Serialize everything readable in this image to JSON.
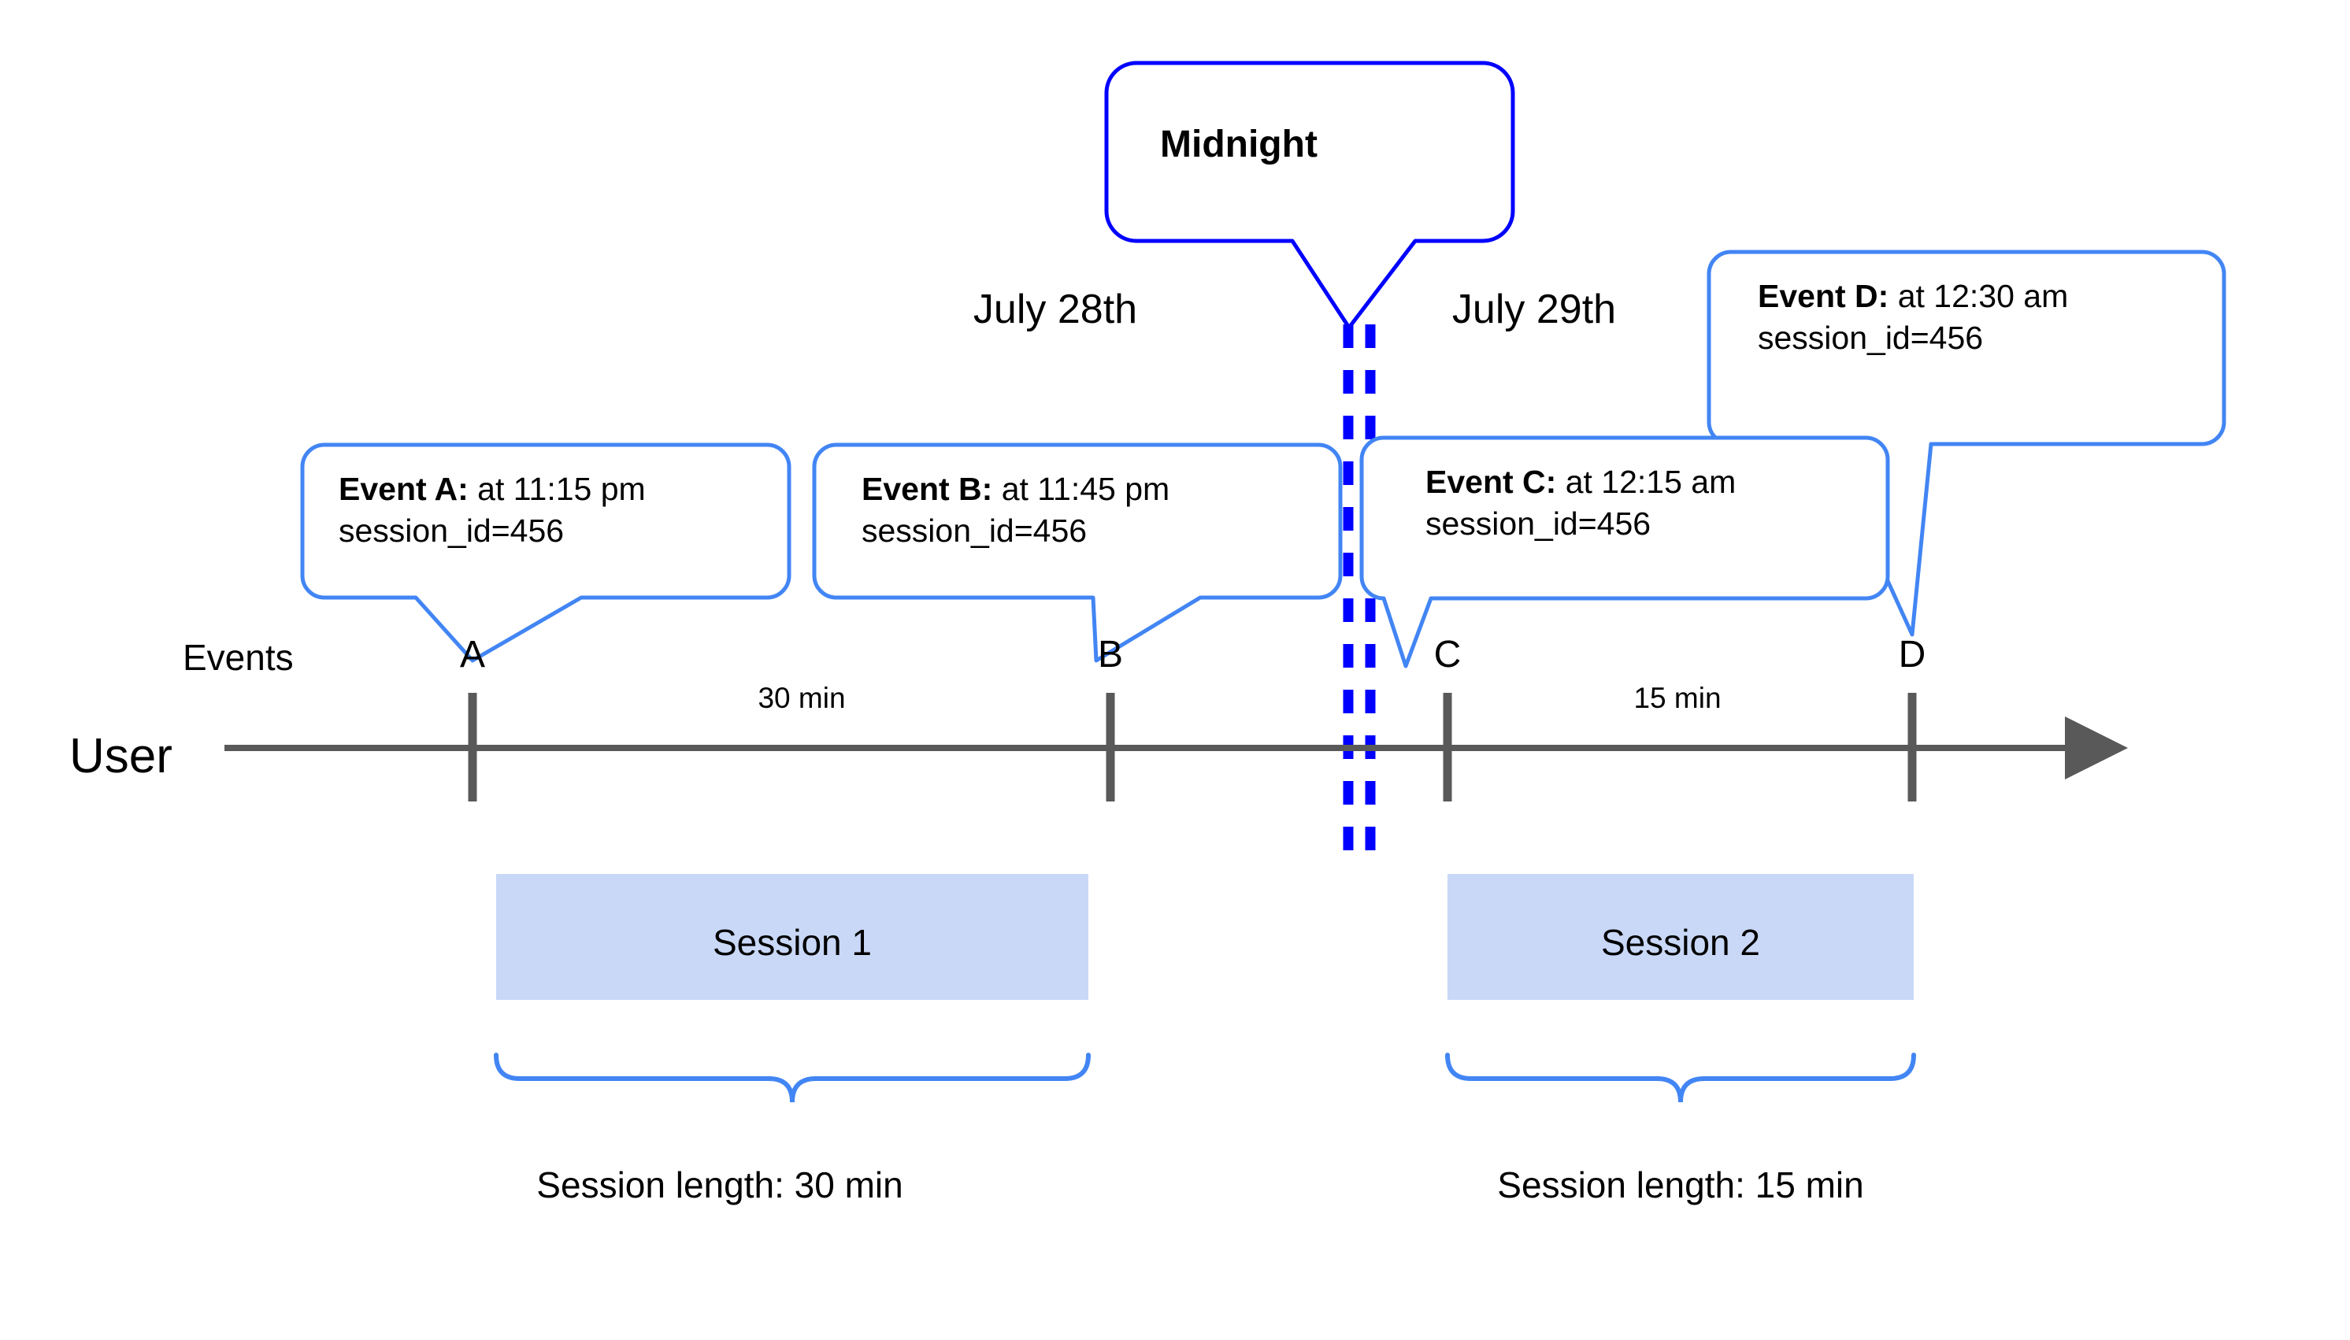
{
  "diagram": {
    "title": "User session timeline across midnight",
    "colors": {
      "callout_border": "#4285f4",
      "midnight_border": "#0000ff",
      "midnight_dashes": "#0000ff",
      "session_fill": "#c9d8f7",
      "axis": "#595959",
      "brace": "#4285f4",
      "text": "#000000",
      "background": "#ffffff"
    },
    "lanes": {
      "user_label": "User",
      "events_label": "Events"
    },
    "dates": [
      {
        "label": "July 28th"
      },
      {
        "label": "July 29th"
      }
    ],
    "midnight": {
      "label": "Midnight"
    },
    "events": [
      {
        "marker": "A",
        "title": "Event A:",
        "detail": " at 11:15 pm",
        "session_id_line": "session_id=456"
      },
      {
        "marker": "B",
        "title": "Event B:",
        "detail": " at 11:45 pm",
        "session_id_line": "session_id=456"
      },
      {
        "marker": "C",
        "title": "Event C:",
        "detail": " at 12:15 am",
        "session_id_line": "session_id=456"
      },
      {
        "marker": "D",
        "title": "Event D:",
        "detail": " at 12:30 am",
        "session_id_line": "session_id=456"
      }
    ],
    "gaps": [
      {
        "label": "30 min"
      },
      {
        "label": "15 min"
      }
    ],
    "sessions": [
      {
        "label": "Session 1",
        "length_label": "Session length: 30 min"
      },
      {
        "label": "Session 2",
        "length_label": "Session length: 15 min"
      }
    ]
  },
  "chart_data": {
    "type": "timeline",
    "title": "User session timeline across midnight",
    "xlabel": "",
    "ylabel": "",
    "grid": false,
    "legend": "none",
    "lanes": [
      "Events",
      "User"
    ],
    "day_boundaries": [
      "July 28th",
      "July 29th"
    ],
    "boundary_marker": "Midnight",
    "events": [
      {
        "marker": "A",
        "time": "11:15 pm",
        "day": "July 28th",
        "session_id": 456,
        "session": "Session 1"
      },
      {
        "marker": "B",
        "time": "11:45 pm",
        "day": "July 28th",
        "session_id": 456,
        "session": "Session 1"
      },
      {
        "marker": "C",
        "time": "12:15 am",
        "day": "July 29th",
        "session_id": 456,
        "session": "Session 2"
      },
      {
        "marker": "D",
        "time": "12:30 am",
        "day": "July 29th",
        "session_id": 456,
        "session": "Session 2"
      }
    ],
    "intervals": [
      {
        "from": "A",
        "to": "B",
        "duration_min": 30,
        "label": "30 min"
      },
      {
        "from": "C",
        "to": "D",
        "duration_min": 15,
        "label": "15 min"
      }
    ],
    "sessions": [
      {
        "name": "Session 1",
        "events": [
          "A",
          "B"
        ],
        "length_min": 30,
        "length_label": "Session length: 30 min"
      },
      {
        "name": "Session 2",
        "events": [
          "C",
          "D"
        ],
        "length_min": 15,
        "length_label": "Session length: 15 min"
      }
    ]
  }
}
